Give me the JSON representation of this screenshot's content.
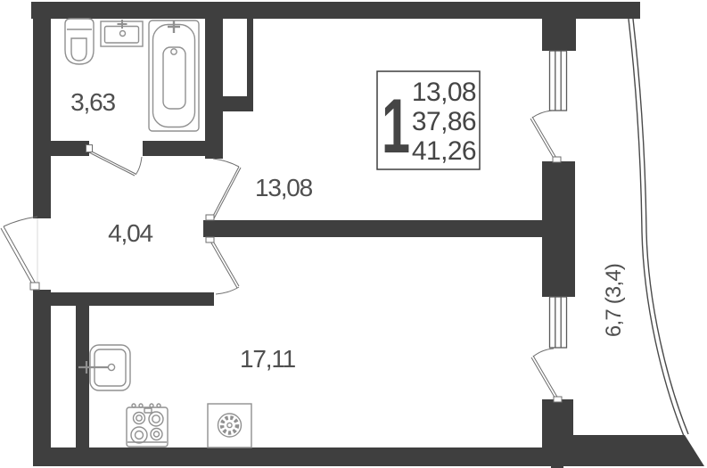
{
  "colors": {
    "wall": "#3F3F3F",
    "window_line": "#5A5A5A",
    "door_line": "#6E6E6E",
    "balcony_line": "#4A4A4A",
    "fixture": "#909090",
    "label_text": "#4F4F4F",
    "info_text": "#454545",
    "background": "#FFFFFF"
  },
  "info_box": {
    "rooms_count": "1",
    "values": [
      "13,08",
      "37,86",
      "41,26"
    ]
  },
  "room_labels": {
    "bathroom": "3,63",
    "hallway": "4,04",
    "living_room": "13,08",
    "kitchen": "17,11",
    "balcony": "6,7 (3,4)"
  },
  "icons": {
    "bathroom": [
      "toilet-icon",
      "washbasin-icon",
      "bathtub-icon"
    ],
    "kitchen": [
      "kitchen-sink-icon",
      "stove-icon",
      "vent-fan-icon"
    ]
  }
}
